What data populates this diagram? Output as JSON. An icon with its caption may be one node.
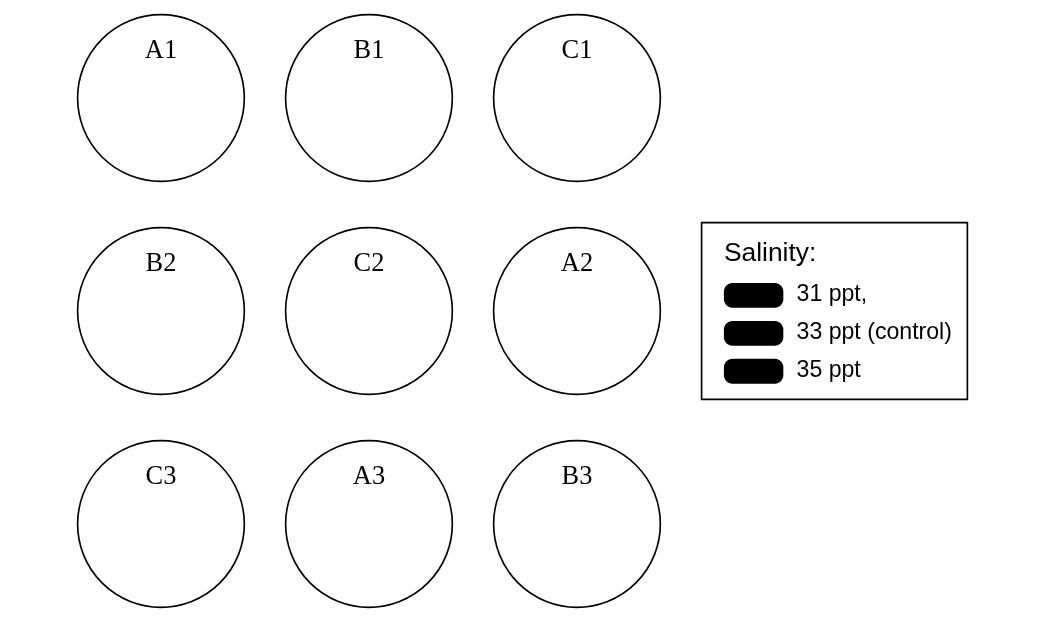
{
  "diagram": {
    "nodes": [
      {
        "text": [
          "A1"
        ]
      },
      {
        "text": [
          "B1"
        ]
      },
      {
        "text": [
          "C1"
        ]
      },
      {
        "text": [
          "B2"
        ]
      },
      {
        "text": [
          "C2"
        ]
      },
      {
        "text": [
          "A2"
        ]
      },
      {
        "text": [
          "C3"
        ]
      },
      {
        "text": [
          "A3"
        ]
      },
      {
        "text": [
          "B3"
        ]
      },
      {
        "text": [
          "Salinity:",
          "31 ppt,",
          "33 ppt (control)",
          "35 ppt"
        ]
      }
    ],
    "edges": []
  }
}
